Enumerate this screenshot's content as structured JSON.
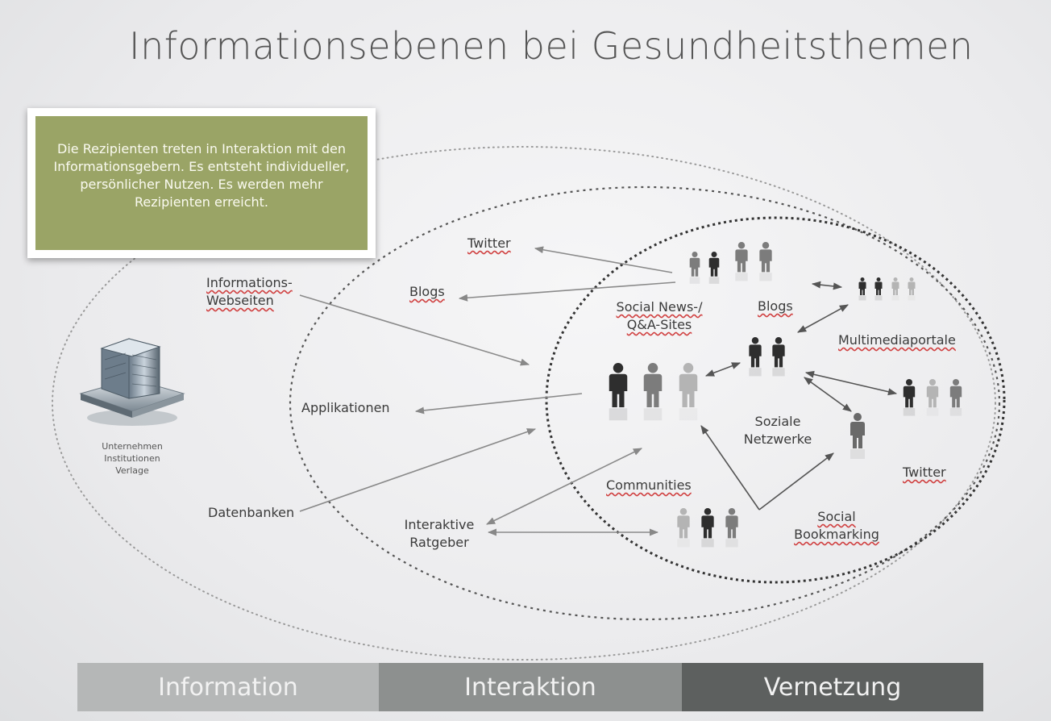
{
  "title": "Informationsebenen bei Gesundheitsthemen",
  "callout": {
    "text": "Die Rezipienten treten in Interaktion mit den Informationsgebern. Es entsteht individueller, persönlicher Nutzen. Es werden mehr Rezipienten erreicht."
  },
  "left": {
    "line1": "Unternehmen",
    "line2": "Institutionen",
    "line3": "Verlage"
  },
  "interaction_labels": {
    "twitter": "Twitter",
    "blogs": "Blogs",
    "informations_webseiten_1": "Informations-",
    "informations_webseiten_2": "Webseiten",
    "applikationen": "Applikationen",
    "datenbanken": "Datenbanken",
    "interaktive_ratgeber_1": "Interaktive",
    "interaktive_ratgeber_2": "Ratgeber"
  },
  "network_labels": {
    "social_news_1": "Social News-/",
    "social_news_2": "Q&A-Sites",
    "blogs": "Blogs",
    "multimediaportale": "Multimediaportale",
    "soziale_netzwerke_1": "Soziale",
    "soziale_netzwerke_2": "Netzwerke",
    "twitter": "Twitter",
    "communities": "Communities",
    "social_bookmarking_1": "Social",
    "social_bookmarking_2": "Bookmarking"
  },
  "bottom_bar": {
    "information": "Information",
    "interaktion": "Interaktion",
    "vernetzung": "Vernetzung"
  },
  "colors": {
    "bar_information": "#b5b7b7",
    "bar_interaktion": "#8d908f",
    "bar_vernetzung": "#5d605f",
    "callout_green": "#9aa466"
  }
}
